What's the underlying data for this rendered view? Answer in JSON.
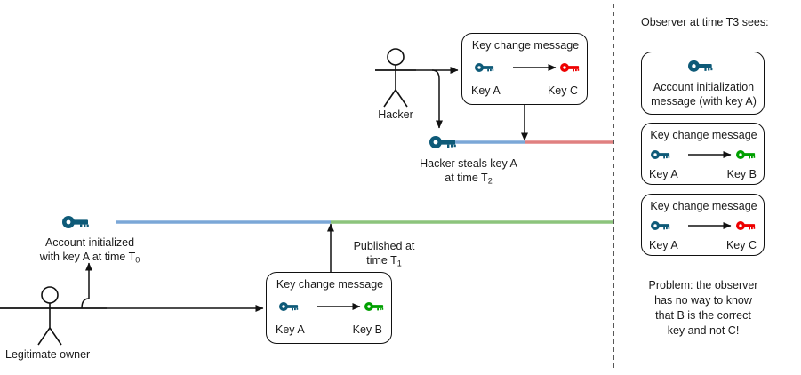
{
  "diagram": {
    "title_right": "Observer at time T3 sees:",
    "colors": {
      "key_a": "#0e5a78",
      "key_b": "#00a000",
      "key_c": "#ee0000",
      "line_blue": "#7ba7d7",
      "line_green": "#8cc47c",
      "line_red": "#e08080",
      "stroke": "#111111",
      "text": "#1a1a1a"
    },
    "actors": {
      "hacker": "Hacker",
      "owner": "Legitimate owner"
    },
    "hacker_box": {
      "title": "Key change message",
      "from_label": "Key A",
      "to_label": "Key C",
      "from_color": "key_a",
      "to_color": "key_c"
    },
    "owner_box": {
      "title": "Key change message",
      "from_label": "Key A",
      "to_label": "Key B",
      "from_color": "key_a",
      "to_color": "key_b"
    },
    "annotations": {
      "steal_line1": "Hacker steals key A",
      "steal_line2_pre": "at time T",
      "steal_line2_sub": "2",
      "init_line1": "Account initialized",
      "init_line2_pre": "with key A at time T",
      "init_line2_sub": "0",
      "published_line1": "Published at",
      "published_line2_pre": "time T",
      "published_line2_sub": "1"
    },
    "observer": {
      "cards": [
        {
          "kind": "init",
          "title": "",
          "text_line1": "Account initialization",
          "text_line2": "message (with key A)",
          "key_color": "key_a"
        },
        {
          "kind": "change",
          "title": "Key change message",
          "from_label": "Key A",
          "to_label": "Key B",
          "from_color": "key_a",
          "to_color": "key_b"
        },
        {
          "kind": "change",
          "title": "Key change message",
          "from_label": "Key A",
          "to_label": "Key C",
          "from_color": "key_a",
          "to_color": "key_c"
        }
      ],
      "problem": [
        "Problem: the observer",
        "has no way to know",
        "that B is the correct",
        "key and not C!"
      ]
    }
  }
}
